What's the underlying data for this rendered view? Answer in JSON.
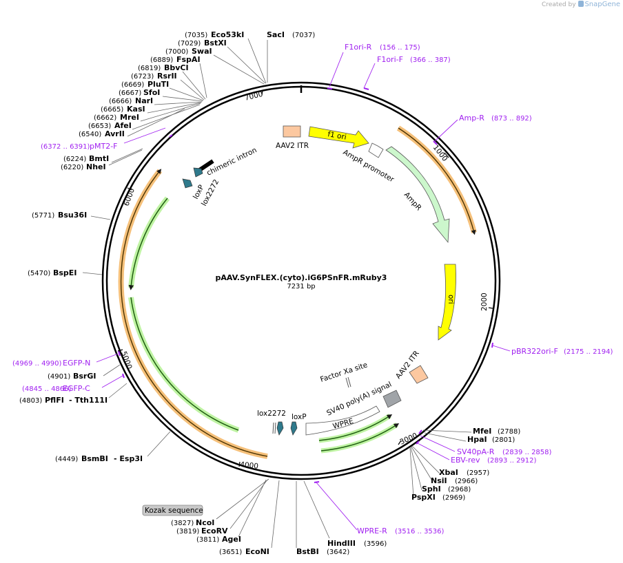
{
  "watermark": {
    "prefix": "Created by",
    "brand": "SnapGene"
  },
  "plasmid": {
    "name": "pAAV.SynFLEX.(cyto).iG6PSnFR.mRuby3",
    "length": "7231 bp"
  },
  "ticks": [
    "1000",
    "2000",
    "3000",
    "4000",
    "5000",
    "6000",
    "7000"
  ],
  "enzymes": [
    {
      "name": "SacI",
      "pos": "(7037)"
    },
    {
      "name": "Eco53kI",
      "pos": "(7035)"
    },
    {
      "name": "BstXI",
      "pos": "(7029)"
    },
    {
      "name": "SwaI",
      "pos": "(7000)"
    },
    {
      "name": "FspAI",
      "pos": "(6889)"
    },
    {
      "name": "BbvCI",
      "pos": "(6819)"
    },
    {
      "name": "RsrII",
      "pos": "(6723)"
    },
    {
      "name": "PluTI",
      "pos": "(6669)"
    },
    {
      "name": "SfoI",
      "pos": "(6667)"
    },
    {
      "name": "NarI",
      "pos": "(6666)"
    },
    {
      "name": "KasI",
      "pos": "(6665)"
    },
    {
      "name": "MreI",
      "pos": "(6662)"
    },
    {
      "name": "AfeI",
      "pos": "(6653)"
    },
    {
      "name": "AvrII",
      "pos": "(6540)"
    },
    {
      "name": "BmtI",
      "pos": "(6224)"
    },
    {
      "name": "NheI",
      "pos": "(6220)"
    },
    {
      "name": "Bsu36I",
      "pos": "(5771)"
    },
    {
      "name": "BspEI",
      "pos": "(5470)"
    },
    {
      "name": "BsrGI",
      "pos": "(4901)"
    },
    {
      "name": "PflFI",
      "pos": "(4803)"
    },
    {
      "name": "- Tth111I",
      "pos": ""
    },
    {
      "name": "BsmBI",
      "pos": "(4449)"
    },
    {
      "name": "- Esp3I",
      "pos": ""
    },
    {
      "name": "NcoI",
      "pos": "(3827)"
    },
    {
      "name": "EcoRV",
      "pos": "(3819)"
    },
    {
      "name": "AgeI",
      "pos": "(3811)"
    },
    {
      "name": "EcoNI",
      "pos": "(3651)"
    },
    {
      "name": "BstBI",
      "pos": ""
    },
    {
      "name": "HindIII",
      "pos": "(3596)"
    },
    {
      "name": "(3642)",
      "pos": ""
    },
    {
      "name": "MfeI",
      "pos": "(2788)"
    },
    {
      "name": "HpaI",
      "pos": "(2801)"
    },
    {
      "name": "XbaI",
      "pos": "(2957)"
    },
    {
      "name": "NsiI",
      "pos": "(2966)"
    },
    {
      "name": "SphI",
      "pos": "(2968)"
    },
    {
      "name": "PspXI",
      "pos": "(2969)"
    }
  ],
  "primers": [
    {
      "name": "F1ori-R",
      "range": "(156 .. 175)"
    },
    {
      "name": "F1ori-F",
      "range": "(366 .. 387)"
    },
    {
      "name": "Amp-R",
      "range": "(873 .. 892)"
    },
    {
      "name": "pBR322ori-F",
      "range": "(2175 .. 2194)"
    },
    {
      "name": "SV40pA-R",
      "range": "(2839 .. 2858)"
    },
    {
      "name": "EBV-rev",
      "range": "(2893 .. 2912)"
    },
    {
      "name": "WPRE-R",
      "range": "(3516 .. 3536)"
    },
    {
      "name": "EGFP-N",
      "range": "(4969 .. 4990)"
    },
    {
      "name": "EGFP-C",
      "range": "(4845 .. 4866)"
    },
    {
      "name": "pMT2-F",
      "range": "(6372 .. 6391)"
    }
  ],
  "features": {
    "aav2_itr_top": "AAV2 ITR",
    "f1_ori": "f1 ori",
    "ampr_promoter": "AmpR promoter",
    "ampr": "AmpR",
    "ori": "ori",
    "aav2_itr_bottom": "AAV2 ITR",
    "factor_xa": "Factor Xa site",
    "sv40_polya": "SV40 poly(A) signal",
    "wpre": "WPRE",
    "loxp_bottom": "loxP",
    "lox2272_bottom": "lox2272",
    "chimeric_intron": "chimeric intron",
    "loxp_top": "loxP",
    "lox2272_top": "lox2272",
    "kozak": "Kozak sequence"
  },
  "colors": {
    "primer": "#a020f0",
    "itr": "#fcc8a0",
    "f1ori": "#ffff00",
    "ampr": "#ccf7cc",
    "orf_orange": "#f5c07a",
    "orf_green": "#bff3a3",
    "lox": "#2f7a8c",
    "sv40": "#a0a4a8"
  }
}
